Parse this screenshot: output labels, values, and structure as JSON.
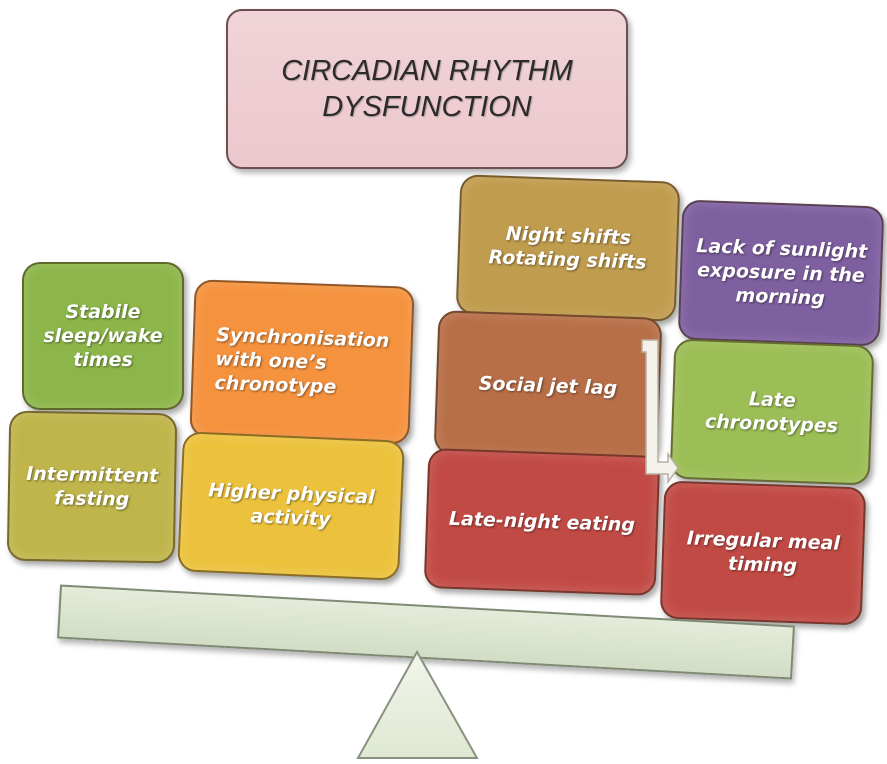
{
  "title": "CIRCADIAN RHYTHM\nDYSFUNCTION",
  "left_side": {
    "stable_sleep": "Stabile\nsleep/wake\ntimes",
    "synchronisation": "Synchronisation\nwith one’s\nchronotype",
    "intermittent_fasting": "Intermittent\nfasting",
    "physical_activity": "Higher physical\nactivity"
  },
  "right_side": {
    "shifts": "Night shifts\nRotating shifts",
    "sunlight": "Lack of sunlight\nexposure in the\nmorning",
    "social_jet_lag": "Social jet lag",
    "late_chronotypes": "Late\nchronotypes",
    "late_night_eating": "Late-night eating",
    "irregular_meals": "Irregular meal\ntiming"
  },
  "colors": {
    "green": "#8db64a",
    "orange": "#f5923e",
    "olive": "#bfb54b",
    "yellow": "#ecc23d",
    "tan": "#c09c4e",
    "purple": "#7e5fa0",
    "brown": "#b86f48",
    "light_green": "#9cbe56",
    "red": "#c24a45",
    "title_bg": "#eecbd0",
    "beam": "#dde6d0"
  }
}
